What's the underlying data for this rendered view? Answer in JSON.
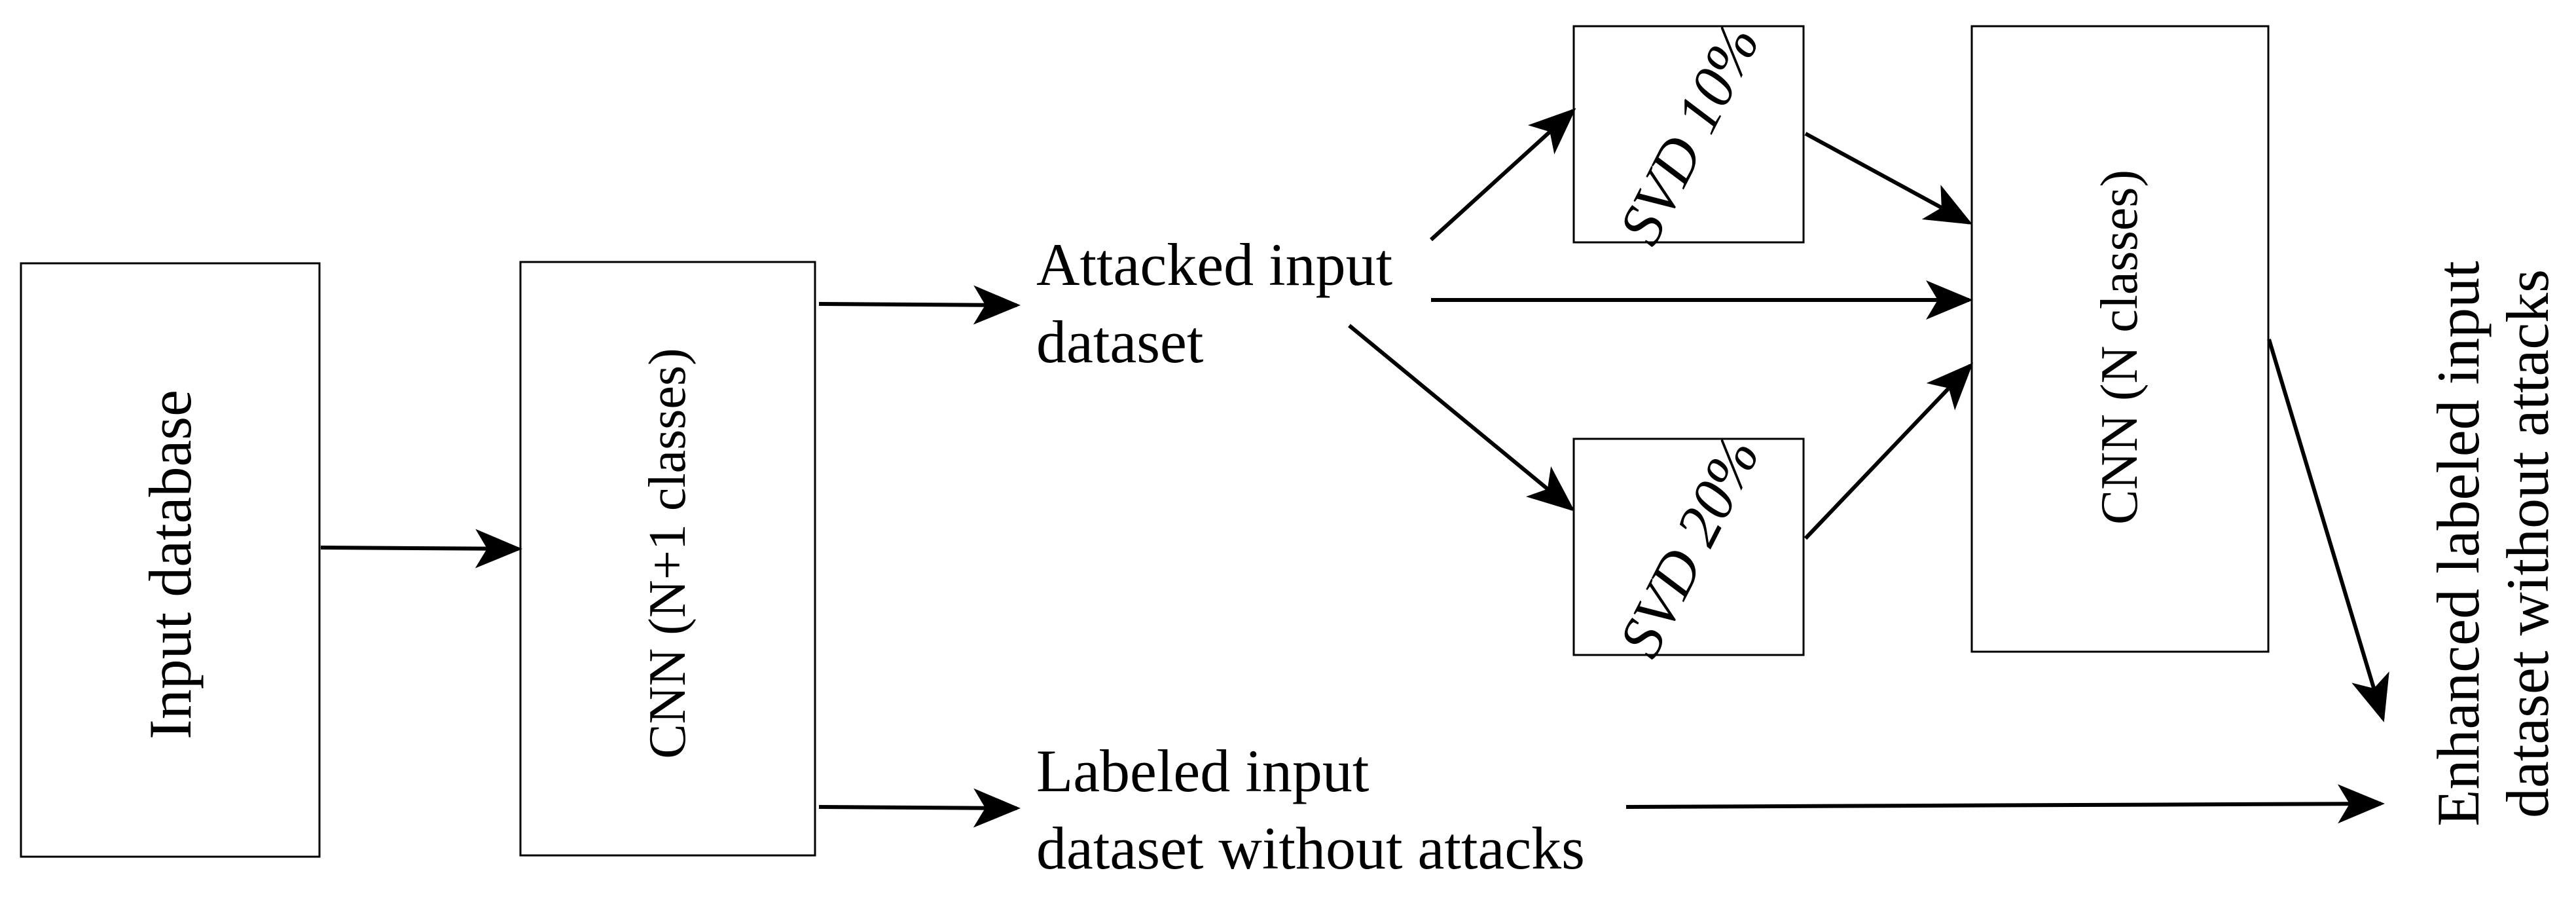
{
  "nodes": {
    "input_database": "Input database",
    "cnn_n_plus_1": "CNN (N+1 classes)",
    "attacked_line1": "Attacked input",
    "attacked_line2": "dataset",
    "labeled_line1": "Labeled input",
    "labeled_line2": "dataset without attacks",
    "svd_10": "SVD 10%",
    "svd_20": "SVD 20%",
    "cnn_n": "CNN (N classes)",
    "enhanced_line1": "Enhanced labeled input",
    "enhanced_line2": "dataset without attacks"
  },
  "colors": {
    "stroke": "#000000",
    "background": "#ffffff"
  }
}
